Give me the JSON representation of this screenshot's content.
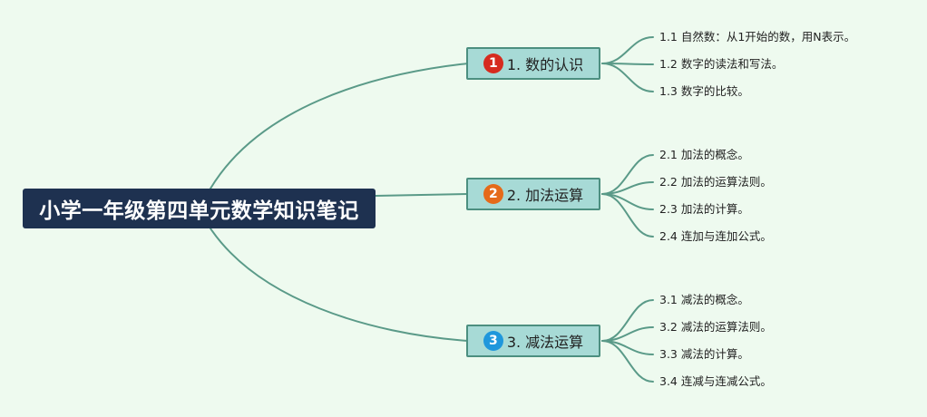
{
  "root": {
    "label": "小学一年级第四单元数学知识笔记"
  },
  "colors": {
    "background": "#eefaef",
    "connector": "#5a9a88",
    "root_fill": "#1e3150",
    "branch_fill": "#a7dad6",
    "branch_border": "#4c8f80"
  },
  "branches": [
    {
      "badge": "1",
      "badge_color": "#d62b1f",
      "label": "1. 数的认识",
      "leaves": [
        "1.1 自然数：从1开始的数，用N表示。",
        "1.2 数字的读法和写法。",
        "1.3 数字的比较。"
      ]
    },
    {
      "badge": "2",
      "badge_color": "#e56a1a",
      "label": "2. 加法运算",
      "leaves": [
        "2.1 加法的概念。",
        "2.2 加法的运算法则。",
        "2.3 加法的计算。",
        "2.4 连加与连加公式。"
      ]
    },
    {
      "badge": "3",
      "badge_color": "#1f97dc",
      "label": "3. 减法运算",
      "leaves": [
        "3.1 减法的概念。",
        "3.2 减法的运算法则。",
        "3.3 减法的计算。",
        "3.4 连减与连减公式。"
      ]
    }
  ]
}
